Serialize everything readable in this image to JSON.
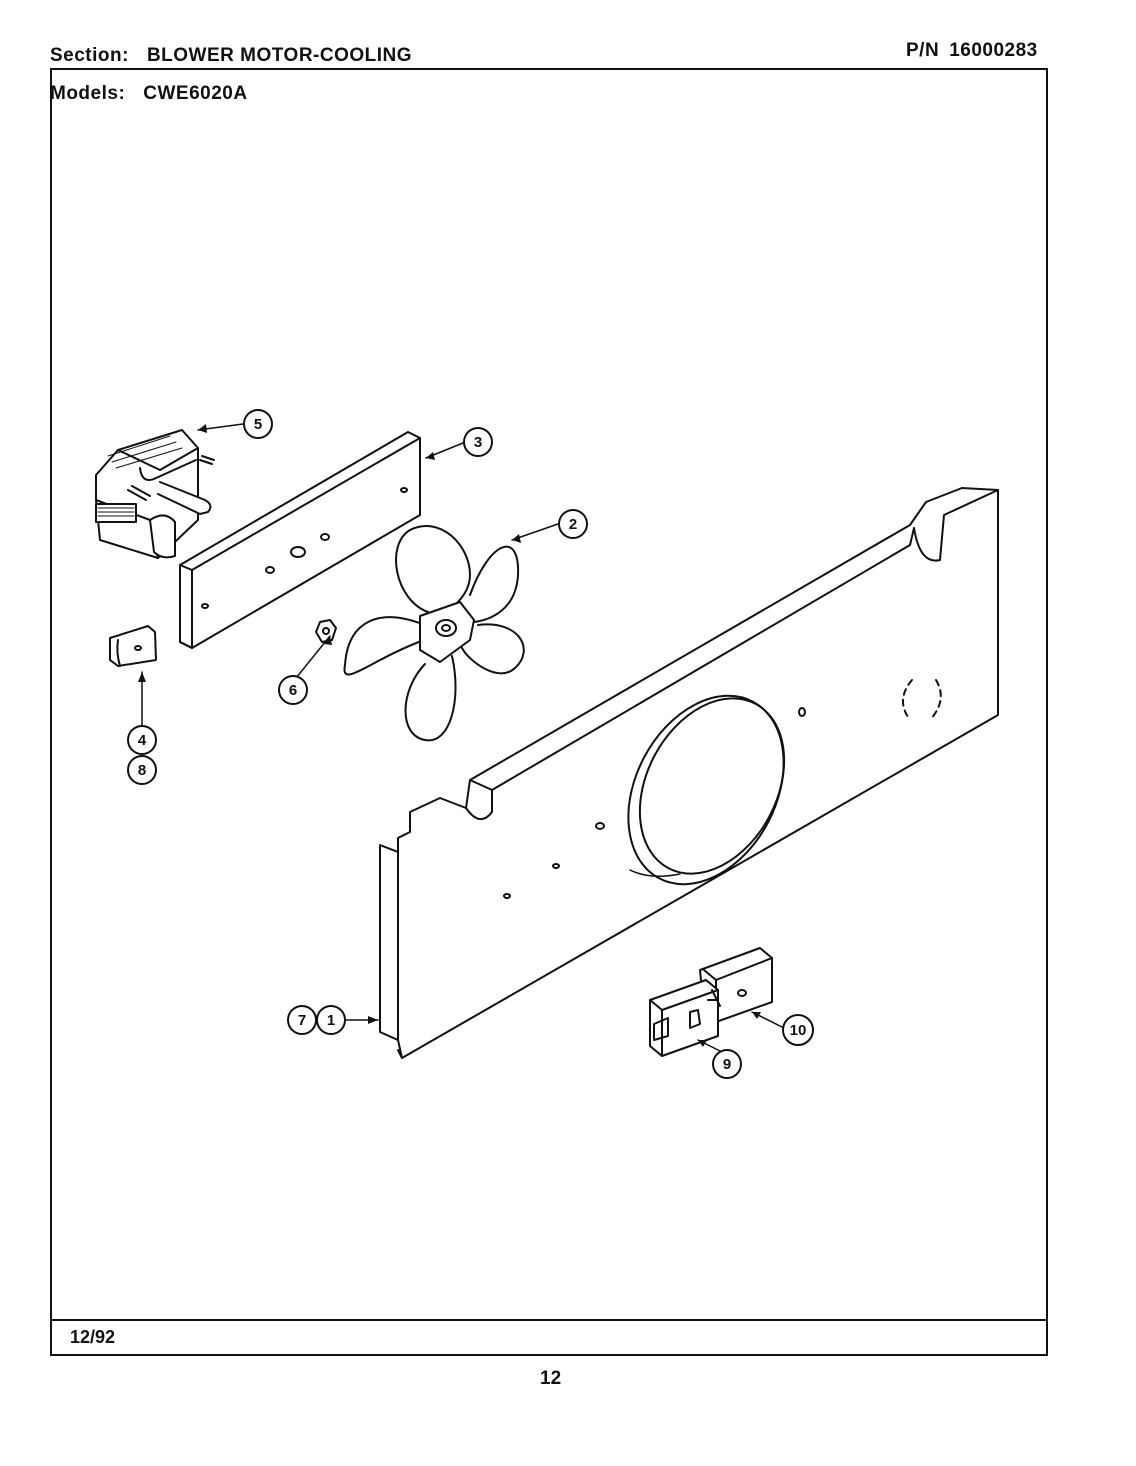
{
  "header": {
    "section_label": "Section:",
    "section_value": "BLOWER MOTOR-COOLING",
    "pn_label": "P/N",
    "pn_value": "16000283",
    "models_label": "Models:",
    "models_value": "CWE6020A"
  },
  "footer": {
    "date": "12/92",
    "page_number": "12"
  },
  "callouts": {
    "c1": "1",
    "c2": "2",
    "c3": "3",
    "c4": "4",
    "c5": "5",
    "c6": "6",
    "c7": "7",
    "c8": "8",
    "c9": "9",
    "c10": "10"
  }
}
